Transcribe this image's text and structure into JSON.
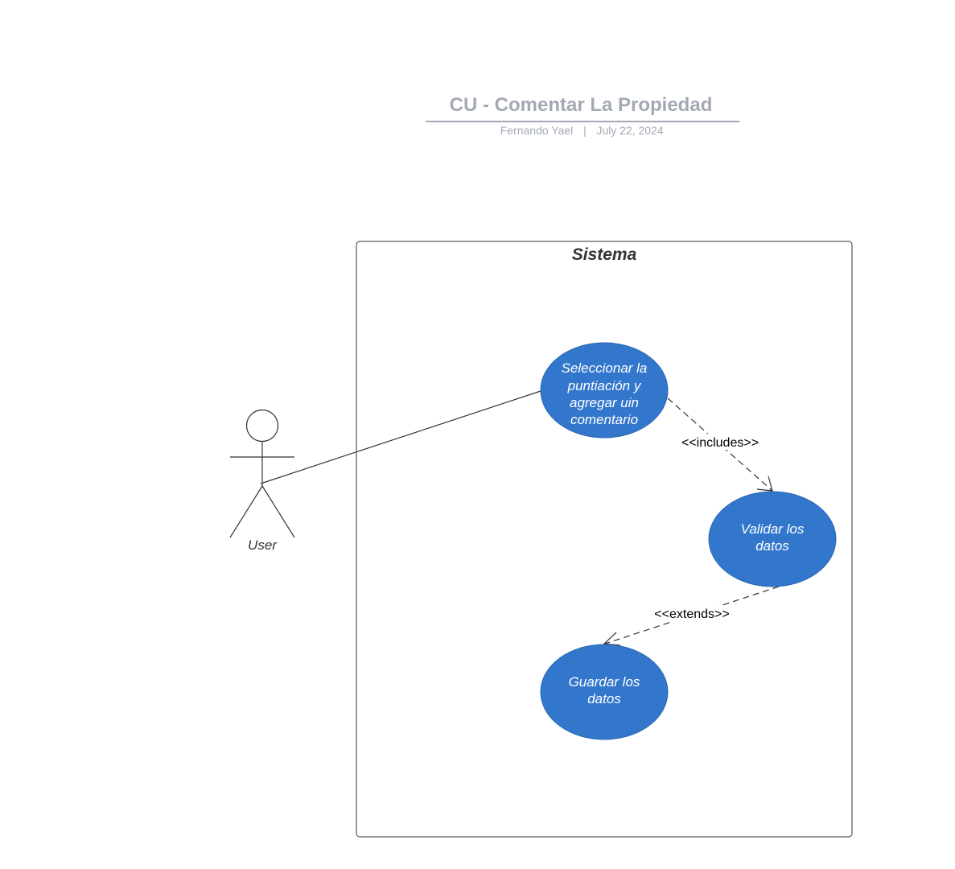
{
  "header": {
    "title": "CU - Comentar La Propiedad",
    "author": "Fernando Yael",
    "separator": "|",
    "date": "July 22, 2024"
  },
  "system": {
    "label": "Sistema"
  },
  "actor": {
    "label": "User"
  },
  "use_cases": [
    {
      "id": "uc-seleccionar",
      "lines": [
        "Seleccionar la",
        "puntiación y",
        "agregar uin",
        "comentario"
      ]
    },
    {
      "id": "uc-validar",
      "lines": [
        "Validar los",
        "datos"
      ]
    },
    {
      "id": "uc-guardar",
      "lines": [
        "Guardar los",
        "datos"
      ]
    }
  ],
  "relations": [
    {
      "type": "association",
      "from": "actor",
      "to": "uc-seleccionar",
      "label": ""
    },
    {
      "type": "include",
      "from": "uc-seleccionar",
      "to": "uc-validar",
      "label": "<<includes>>"
    },
    {
      "type": "extend",
      "from": "uc-validar",
      "to": "uc-guardar",
      "label": "<<extends>>"
    }
  ],
  "colors": {
    "use_case_fill": "#3377cc",
    "line": "#333333",
    "title_gray": "#a3a9b4"
  }
}
